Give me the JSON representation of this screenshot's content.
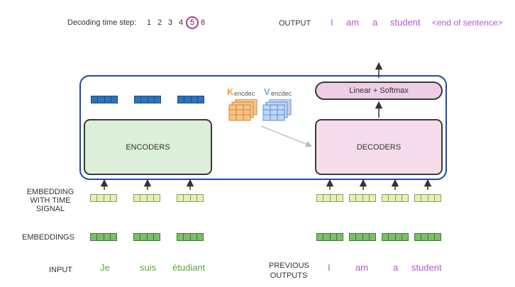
{
  "header": {
    "decoding_label": "Decoding time step:",
    "steps": [
      "1",
      "2",
      "3",
      "4",
      "5",
      "6"
    ],
    "current_step": "5",
    "output_label": "OUTPUT",
    "output_tokens": [
      "I",
      "am",
      "a",
      "student",
      "<end of sentence>"
    ]
  },
  "blocks": {
    "encoders": "ENCODERS",
    "decoders": "DECODERS",
    "linear_softmax": "Linear + Softmax"
  },
  "kv": {
    "k_letter": "K",
    "k_sub": "encdec",
    "v_letter": "V",
    "v_sub": "encdec"
  },
  "labels": {
    "embedding_time_line1": "EMBEDDING",
    "embedding_time_line2": "WITH TIME",
    "embedding_time_line3": "SIGNAL",
    "embeddings": "EMBEDDINGS",
    "input": "INPUT",
    "previous_line1": "PREVIOUS",
    "previous_line2": "OUTPUTS"
  },
  "input_tokens": [
    "Je",
    "suis",
    "étudiant"
  ],
  "previous_outputs": [
    "I",
    "am",
    "a",
    "student"
  ],
  "colors": {
    "frame": "#1f4aa8",
    "encoder_fill": "#dcefd8",
    "decoder_fill": "#f6ddec",
    "softmax_fill": "#eecde6",
    "output_text": "#b05ad0",
    "input_text": "#5aa83c",
    "highlight_circle": "#b04080",
    "k_color": "#f0a030",
    "v_color": "#7aaee8"
  }
}
